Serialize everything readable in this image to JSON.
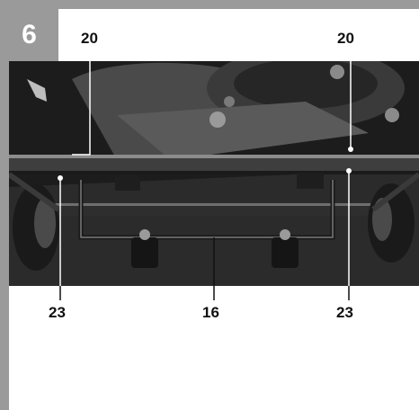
{
  "step": {
    "number": "6"
  },
  "callouts": {
    "top_left": "20",
    "top_right": "20",
    "bottom_left": "23",
    "bottom_center": "16",
    "bottom_right": "23"
  },
  "colors": {
    "frame": "#9a9a9a",
    "badge_text": "#ffffff",
    "label": "#111111"
  },
  "icons": [
    "trolley-axle-photo"
  ]
}
